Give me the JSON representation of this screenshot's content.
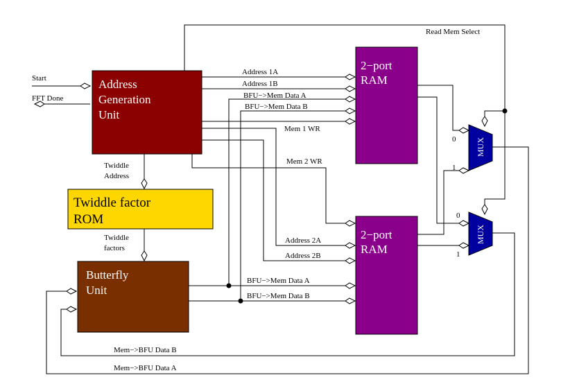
{
  "colors": {
    "agu": "#8b0000",
    "twiddle_rom": "#ffd700",
    "butterfly": "#7a2f00",
    "ram": "#8b008b",
    "mux": "#0000a0",
    "block_text_light": "#ffffff",
    "block_text_dark": "#000000"
  },
  "blocks": {
    "agu": [
      "Address",
      "Generation",
      "Unit"
    ],
    "twiddle_rom": [
      "Twiddle factor",
      "ROM"
    ],
    "butterfly": [
      "Butterfly",
      "Unit"
    ],
    "ram1": [
      "2−port",
      "RAM"
    ],
    "ram2": [
      "2−port",
      "RAM"
    ],
    "mux1": "MUX",
    "mux2": "MUX"
  },
  "signals": {
    "start": "Start",
    "fft_done": "FFT Done",
    "read_mem_select": "Read Mem Select",
    "address_1a": "Address 1A",
    "address_1b": "Address 1B",
    "bfu_mem_data_a_top": "BFU−>Mem Data A",
    "bfu_mem_data_b_top": "BFU−>Mem Data B",
    "mem1_wr": "Mem 1 WR",
    "mem2_wr": "Mem 2 WR",
    "twiddle_address": [
      "Twiddle",
      "Address"
    ],
    "twiddle_factors": [
      "Twiddle",
      "factors"
    ],
    "address_2a": "Address 2A",
    "address_2b": "Address 2B",
    "bfu_mem_data_a_bottom": "BFU−>Mem Data A",
    "bfu_mem_data_b_bottom": "BFU−>Mem Data B",
    "mem_bfu_data_b": "Mem−>BFU Data B",
    "mem_bfu_data_a": "Mem−>BFU Data A",
    "mux_in_0_top": "0",
    "mux_in_1_top": "1",
    "mux_in_0_bottom": "0",
    "mux_in_1_bottom": "1"
  }
}
